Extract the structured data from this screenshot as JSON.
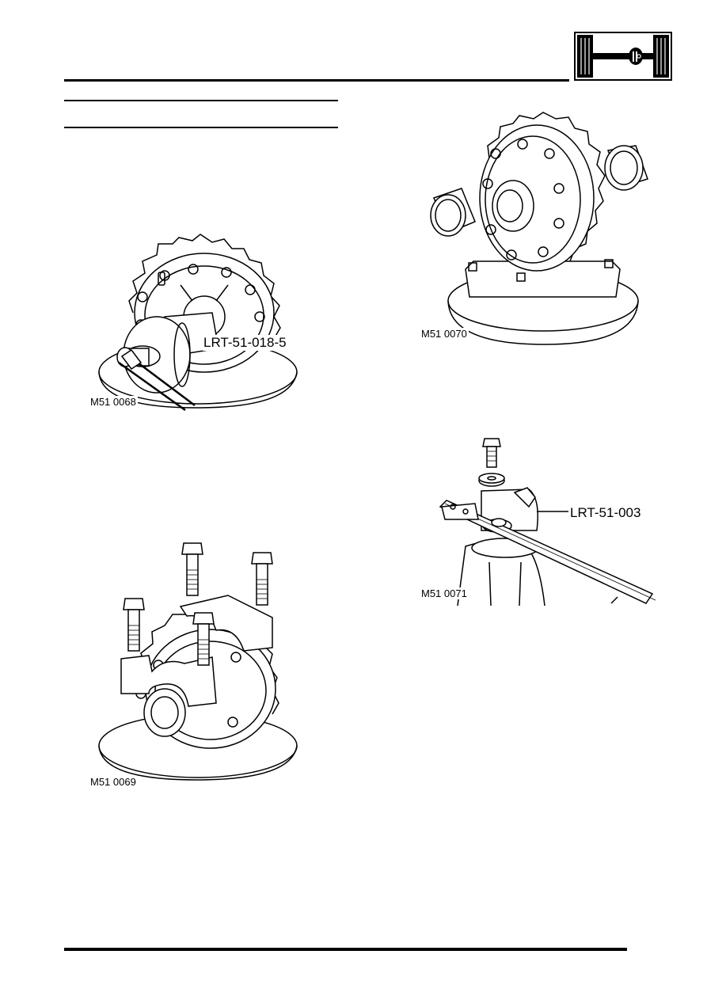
{
  "header": {
    "section_icon": "axle-section-icon"
  },
  "figures": {
    "fig1": {
      "caption": "M51 0068",
      "tool_label": "LRT-51-018-5"
    },
    "fig2": {
      "caption": "M51 0069"
    },
    "fig3": {
      "caption": "M51 0070"
    },
    "fig4": {
      "caption": "M51 0071",
      "tool_label": "LRT-51-003"
    }
  }
}
